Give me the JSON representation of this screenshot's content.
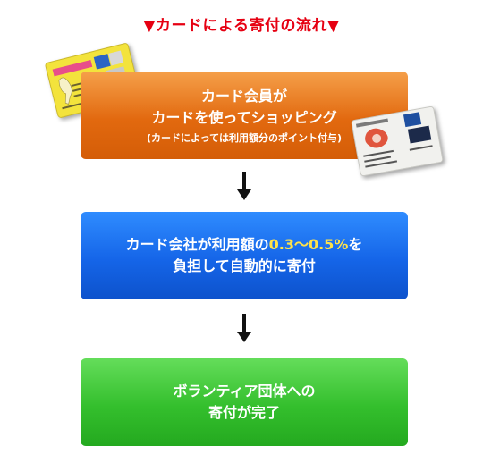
{
  "title": "▼カードによる寄付の流れ▼",
  "step1": {
    "line1": "カード会員が",
    "line2": "カードを使ってショッピング",
    "note": "(カードによっては利用額分のポイント付与)"
  },
  "step2": {
    "line1_pre": "カード会社が利用額の",
    "line1_hl": "0.3〜0.5%",
    "line1_post": "を",
    "line2": "負担して自動的に寄付"
  },
  "step3": {
    "line1": "ボランティア団体への",
    "line2": "寄付が完了"
  },
  "colors": {
    "title": "#e60012",
    "step1": "#e2690f",
    "step2": "#1565e8",
    "step3": "#34bf2d",
    "highlight": "#ffe34a"
  },
  "icons": [
    "down-arrow-icon",
    "credit-card-image"
  ]
}
